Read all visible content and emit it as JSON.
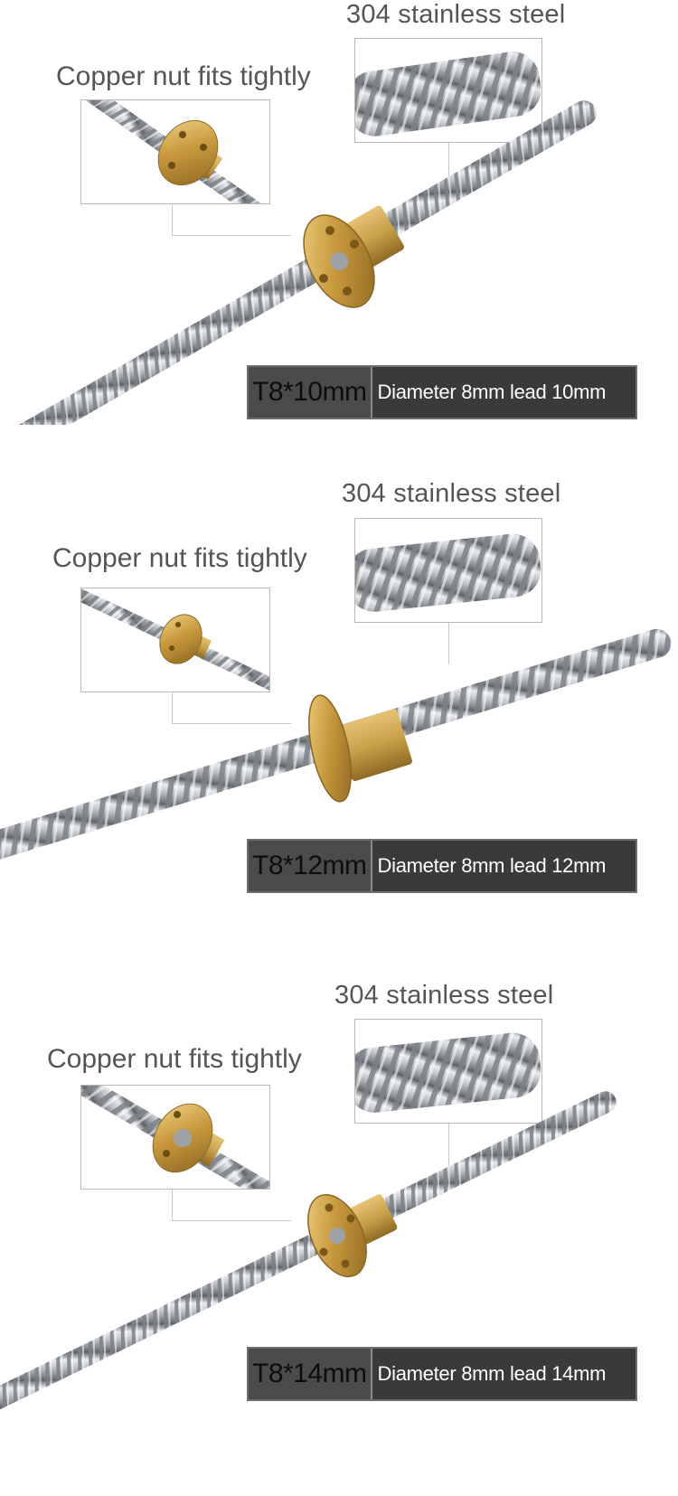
{
  "panels": [
    {
      "steel_label": "304 stainless steel",
      "nut_label": "Copper nut fits tightly",
      "model": "T8*10mm",
      "description": "Diameter 8mm lead 10mm"
    },
    {
      "steel_label": "304 stainless steel",
      "nut_label": "Copper nut fits tightly",
      "model": "T8*12mm",
      "description": "Diameter 8mm lead 12mm"
    },
    {
      "steel_label": "304 stainless steel",
      "nut_label": "Copper nut fits tightly",
      "model": "T8*14mm",
      "description": "Diameter 8mm lead 14mm"
    }
  ],
  "colors": {
    "steel": "#b9bcc0",
    "brass": "#c9a24a",
    "spec_bg": "#3a3a3a",
    "label": "#555555"
  }
}
